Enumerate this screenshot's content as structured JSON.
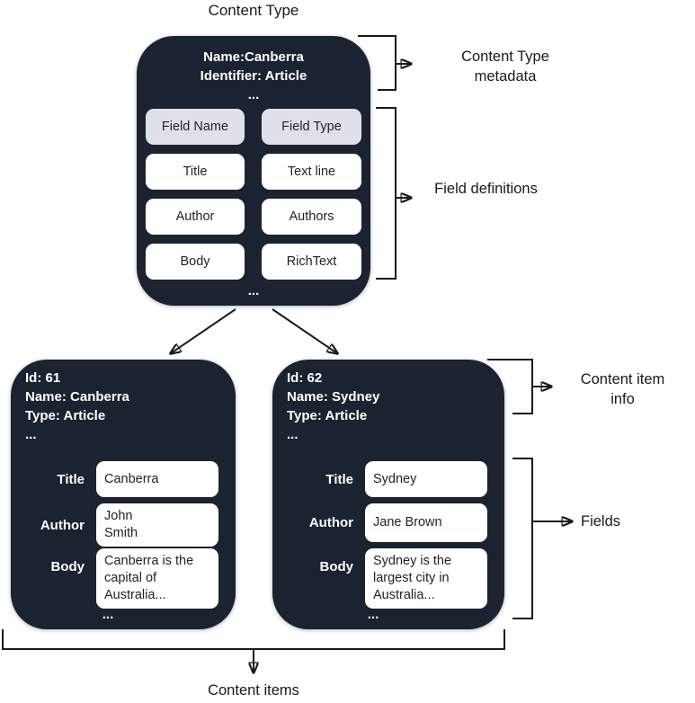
{
  "colors": {
    "card_bg": "#1B2330",
    "cell_bg": "#FFFFFF",
    "header_cell_bg": "#E0E1E8",
    "line": "#1A1A1A",
    "text_on_card": "#FFFFFF",
    "text_dark": "#1A2230"
  },
  "labels": {
    "diagram_title": "Content Type",
    "content_type_metadata": "Content Type metadata",
    "field_definitions": "Field definitions",
    "content_item_info": "Content item info",
    "fields": "Fields",
    "content_items": "Content items"
  },
  "content_type_card": {
    "name_line": "Name:Canberra",
    "identifier_line": "Identifier: Article",
    "header_ellipsis": "...",
    "field_table": {
      "columns": [
        "Field Name",
        "Field Type"
      ],
      "rows": [
        {
          "name": "Title",
          "type": "Text line"
        },
        {
          "name": "Author",
          "type": "Authors"
        },
        {
          "name": "Body",
          "type": "RichText"
        }
      ]
    },
    "footer_ellipsis": "..."
  },
  "content_items": [
    {
      "id_line": "Id: 61",
      "name_line": "Name: Canberra",
      "type_line": "Type: Article",
      "header_ellipsis": "...",
      "fields": [
        {
          "label": "Title",
          "value": "Canberra"
        },
        {
          "label": "Author",
          "value": "John\nSmith"
        },
        {
          "label": "Body",
          "value": "Canberra is the\ncapital of\nAustralia..."
        }
      ],
      "footer_ellipsis": "..."
    },
    {
      "id_line": "Id: 62",
      "name_line": "Name: Sydney",
      "type_line": "Type: Article",
      "header_ellipsis": "...",
      "fields": [
        {
          "label": "Title",
          "value": "Sydney"
        },
        {
          "label": "Author",
          "value": "Jane Brown"
        },
        {
          "label": "Body",
          "value": "Sydney is the\nlargest city in\nAustralia..."
        }
      ],
      "footer_ellipsis": "..."
    }
  ]
}
